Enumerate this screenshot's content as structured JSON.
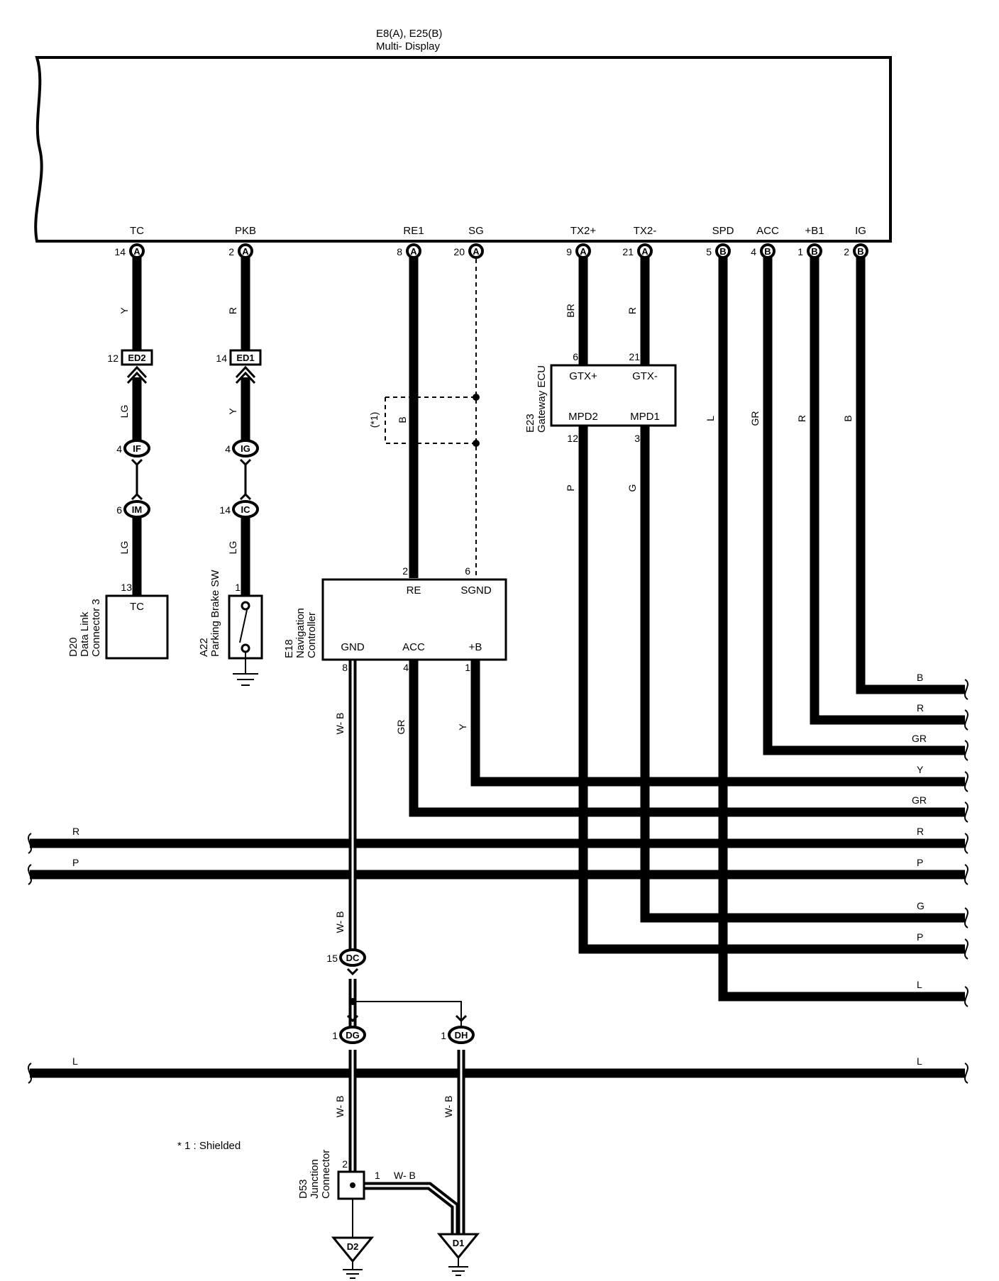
{
  "title": {
    "line1": "E8(A), E25(B)",
    "line2": "Multi- Display"
  },
  "md_pins": [
    {
      "name": "TC",
      "num": "14",
      "conn": "A"
    },
    {
      "name": "PKB",
      "num": "2",
      "conn": "A"
    },
    {
      "name": "RE1",
      "num": "8",
      "conn": "A"
    },
    {
      "name": "SG",
      "num": "20",
      "conn": "A"
    },
    {
      "name": "TX2+",
      "num": "9",
      "conn": "A"
    },
    {
      "name": "TX2-",
      "num": "21",
      "conn": "A"
    },
    {
      "name": "SPD",
      "num": "5",
      "conn": "B"
    },
    {
      "name": "ACC",
      "num": "4",
      "conn": "B"
    },
    {
      "name": "+B1",
      "num": "1",
      "conn": "B"
    },
    {
      "name": "IG",
      "num": "2",
      "conn": "B"
    }
  ],
  "wire_colors": {
    "tc_top": "Y",
    "tc_mid": "LG",
    "tc_bot": "LG",
    "pkb_top": "R",
    "pkb_mid": "Y",
    "pkb_bot": "LG",
    "shield_b": "B",
    "shield_note": "(*1)",
    "tx_plus_top": "BR",
    "tx_minus_top": "R",
    "tx_plus_bot": "P",
    "tx_minus_bot": "G",
    "spd": "L",
    "acc": "GR",
    "b1": "R",
    "ig": "B",
    "gnd_top": "W- B",
    "acc_nav": "GR",
    "b_nav": "Y",
    "gnd_mid": "W- B",
    "dg_bot": "W- B",
    "dh_bot": "W- B",
    "jc_link": "W- B"
  },
  "inline_connectors": {
    "ed2": {
      "num": "12",
      "label": "ED2"
    },
    "ed1": {
      "num": "14",
      "label": "ED1"
    },
    "if": {
      "num": "4",
      "label": "IF"
    },
    "im": {
      "num": "6",
      "label": "IM"
    },
    "ig": {
      "num": "4",
      "label": "IG"
    },
    "ic": {
      "num": "14",
      "label": "IC"
    },
    "dc": {
      "num": "15",
      "label": "DC"
    },
    "dg": {
      "num": "1",
      "label": "DG"
    },
    "dh": {
      "num": "1",
      "label": "DH"
    }
  },
  "components": {
    "d20": {
      "pin": "13",
      "terminal": "TC",
      "code": "D20",
      "name1": "Data Link",
      "name2": "Connector 3"
    },
    "a22": {
      "pin": "1",
      "code": "A22",
      "name": "Parking Brake SW"
    },
    "e18": {
      "code": "E18",
      "name1": "Navigation",
      "name2": "Controller",
      "re": "RE",
      "re_pin": "2",
      "sgnd": "SGND",
      "sgnd_pin": "6",
      "gnd": "GND",
      "gnd_pin": "8",
      "acc": "ACC",
      "acc_pin": "4",
      "b": "+B",
      "b_pin": "1"
    },
    "e23": {
      "code": "E23",
      "name": "Gateway ECU",
      "gtxp": "GTX+",
      "gtxp_pin": "6",
      "gtxm": "GTX-",
      "gtxm_pin": "21",
      "mpd2": "MPD2",
      "mpd2_pin": "12",
      "mpd1": "MPD1",
      "mpd1_pin": "3"
    },
    "d53": {
      "code": "D53",
      "name1": "Junction",
      "name2": "Connector",
      "pin2": "2",
      "pin1": "1"
    }
  },
  "right_exits": [
    "B",
    "R",
    "GR",
    "Y",
    "GR",
    "R",
    "P",
    "G",
    "P",
    "L",
    "L"
  ],
  "through_left": [
    "R",
    "P",
    "L"
  ],
  "grounds": {
    "d2": "D2",
    "d1": "D1"
  },
  "footnote": "* 1 : Shielded"
}
